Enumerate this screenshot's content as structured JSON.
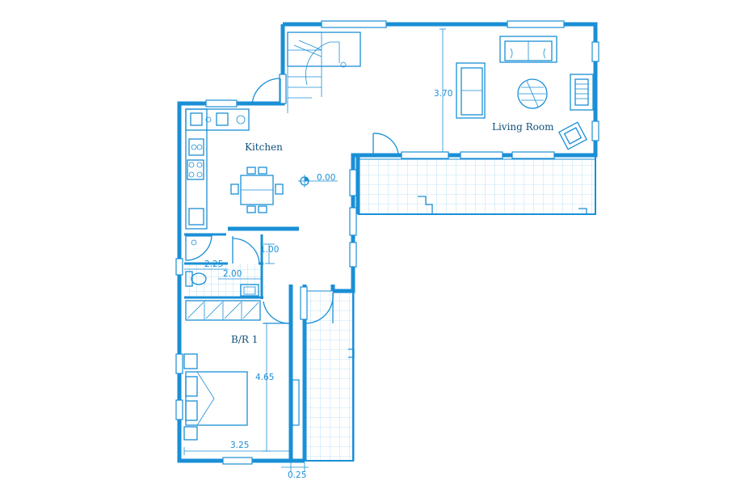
{
  "rooms": {
    "kitchen": "Kitchen",
    "living_room": "Living Room",
    "bedroom": "B/R 1"
  },
  "dimensions": {
    "living_height": "3.70",
    "level": "0.00",
    "bath_gap": "1.00",
    "bath_width": "2.25",
    "bath_inner": "2.00",
    "bedroom_length": "4.65",
    "bedroom_width": "3.25",
    "wall_thickness": "0.25"
  },
  "colors": {
    "line": "#1a8fd6",
    "grid": "#8fcbf0",
    "text": "#0f4f7a"
  },
  "icons": [
    "stair",
    "sink",
    "stove",
    "dining-table",
    "sofa",
    "round-table",
    "fireplace",
    "armchair",
    "toilet",
    "shower",
    "wardrobe",
    "bed",
    "level-marker"
  ]
}
